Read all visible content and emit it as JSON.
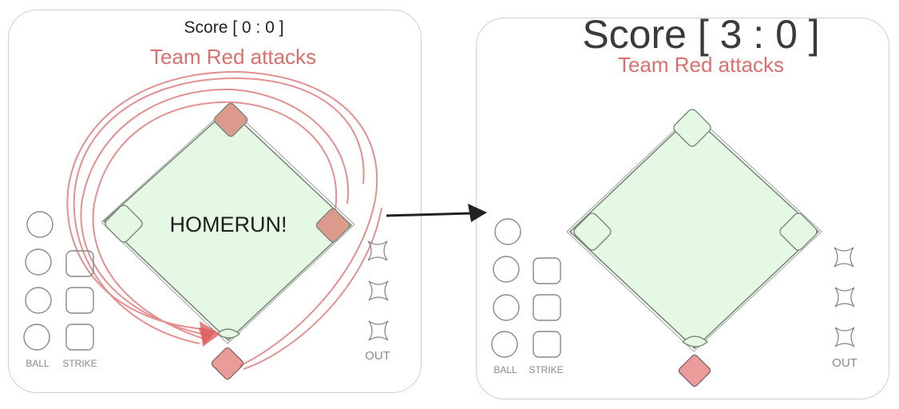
{
  "left_panel": {
    "score": "Score [ 0 : 0 ]",
    "team": "Team Red attacks",
    "event": "HOMERUN!",
    "ball_label": "BALL",
    "strike_label": "STRIKE",
    "out_label": "OUT"
  },
  "right_panel": {
    "score": "Score [ 3 : 0 ]",
    "team": "Team Red attacks",
    "ball_label": "BALL",
    "strike_label": "STRIKE",
    "out_label": "OUT"
  },
  "colors": {
    "field": "#e5f8e3",
    "field_stroke": "#7a8a7a",
    "runner_red": "#ec9b9b",
    "runner_red_dark": "#dc9a8d",
    "path_red": "#dc6b6b",
    "team_text": "#d9706e",
    "arrow": "#222222"
  },
  "icons": [
    "circle-icon",
    "square-icon",
    "x-icon",
    "arrow-right-icon"
  ]
}
